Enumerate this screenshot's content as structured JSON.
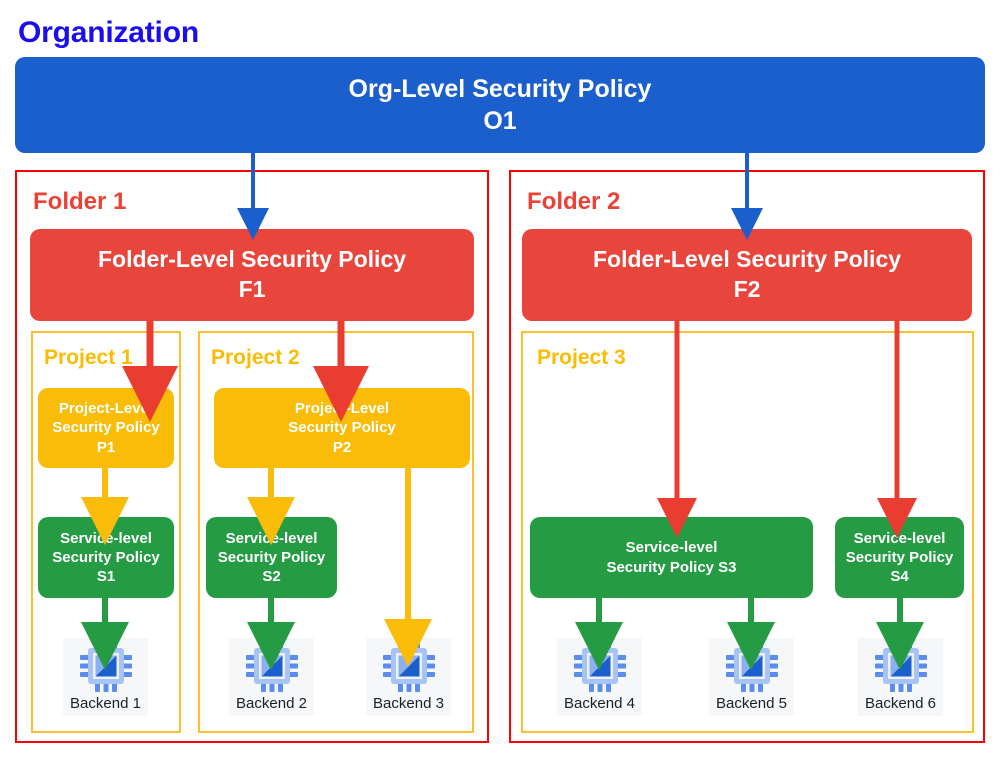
{
  "diagram": {
    "title": "Organization",
    "title_color": "#1a0dee",
    "colors": {
      "org": "#1a5fcc",
      "folder": "#e8453c",
      "folder_border": "#ff0000",
      "project": "#f9bd09",
      "project_border": "#fbc02d",
      "service": "#259b44",
      "backend_chip": "#5b8def"
    },
    "org_policy": {
      "line1": "Org-Level Security Policy",
      "line2": "O1"
    },
    "folders": [
      {
        "label": "Folder 1",
        "policy": {
          "line1": "Folder-Level Security Policy",
          "line2": "F1"
        },
        "projects": [
          {
            "label": "Project 1",
            "policy": {
              "line1": "Project-Level",
              "line2": "Security Policy",
              "line3": "P1"
            },
            "services": [
              {
                "line1": "Service-level",
                "line2": "Security Policy",
                "line3": "S1"
              }
            ],
            "backends": [
              "Backend 1"
            ]
          },
          {
            "label": "Project 2",
            "policy": {
              "line1": "Project-Level",
              "line2": "Security Policy",
              "line3": "P2"
            },
            "services": [
              {
                "line1": "Service-level",
                "line2": "Security Policy",
                "line3": "S2"
              }
            ],
            "backends": [
              "Backend 2",
              "Backend 3"
            ]
          }
        ]
      },
      {
        "label": "Folder 2",
        "policy": {
          "line1": "Folder-Level Security Policy",
          "line2": "F2"
        },
        "projects": [
          {
            "label": "Project 3",
            "policy": null,
            "services": [
              {
                "line1": "Service-level",
                "line2": "Security Policy S3",
                "line3": ""
              },
              {
                "line1": "Service-level",
                "line2": "Security Policy",
                "line3": "S4"
              }
            ],
            "backends": [
              "Backend 4",
              "Backend 5",
              "Backend 6"
            ]
          }
        ]
      }
    ],
    "icons": {
      "backend": "chip-icon"
    }
  }
}
